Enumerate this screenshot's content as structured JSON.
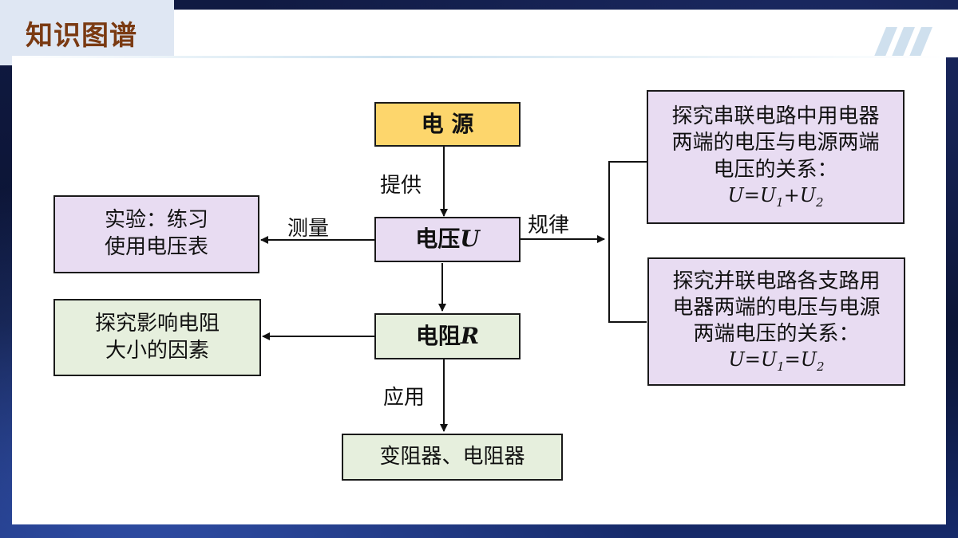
{
  "header": {
    "title": "知识图谱"
  },
  "nodes": {
    "power": "电 源",
    "voltage_text": "电压",
    "voltage_symbol": "U",
    "resistance_text": "电阻",
    "resistance_symbol": "R",
    "experiment": [
      "实验：练习",
      "使用电压表"
    ],
    "explore_resistance": [
      "探究影响电阻",
      "大小的因素"
    ],
    "devices": "变阻器、电阻器",
    "series_rule": [
      "探究串联电路中用电器",
      "两端的电压与电源两端",
      "电压的关系："
    ],
    "parallel_rule": [
      "探究并联电路各支路用",
      "电器两端的电压与电源",
      "两端电压的关系："
    ]
  },
  "formulas": {
    "series": {
      "lhs": "U=U",
      "sub1": "1",
      "op": "+U",
      "sub2": "2"
    },
    "parallel": {
      "lhs": "U=U",
      "sub1": "1",
      "op": "=U",
      "sub2": "2"
    }
  },
  "edges": {
    "provide": "提供",
    "measure": "测量",
    "law": "规律",
    "apply": "应用"
  },
  "colors": {
    "title_text": "#7a3a12",
    "yellow_box": "#fdd66c",
    "purple_box": "#e8dcf2",
    "green_box": "#e6efdd"
  }
}
